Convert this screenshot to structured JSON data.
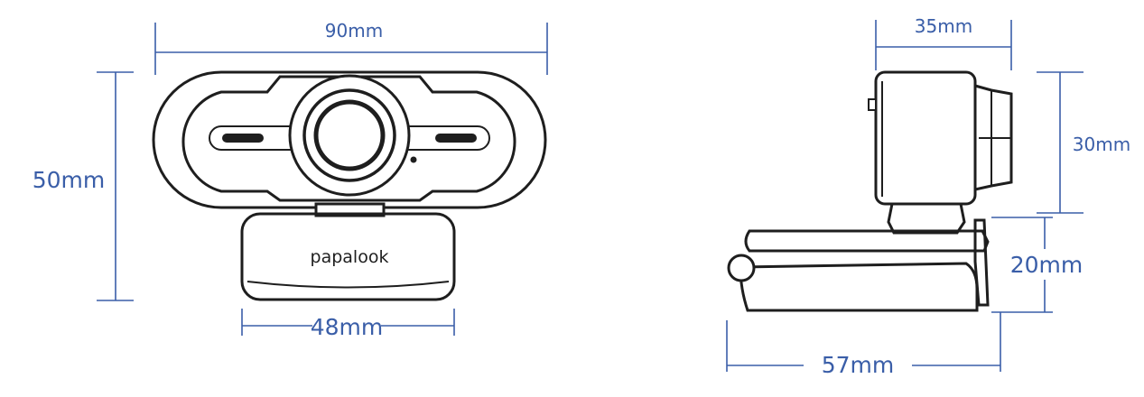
{
  "front_view": {
    "brand": "papalook",
    "width_label": "90mm",
    "height_label": "50mm",
    "base_width_label": "48mm"
  },
  "side_view": {
    "depth_label": "35mm",
    "body_height_label": "30mm",
    "clip_height_label": "20mm",
    "clip_depth_label": "57mm"
  },
  "colors": {
    "dimension_line": "#3a5ea8",
    "outline": "#1e1e1e",
    "background": "#ffffff"
  }
}
